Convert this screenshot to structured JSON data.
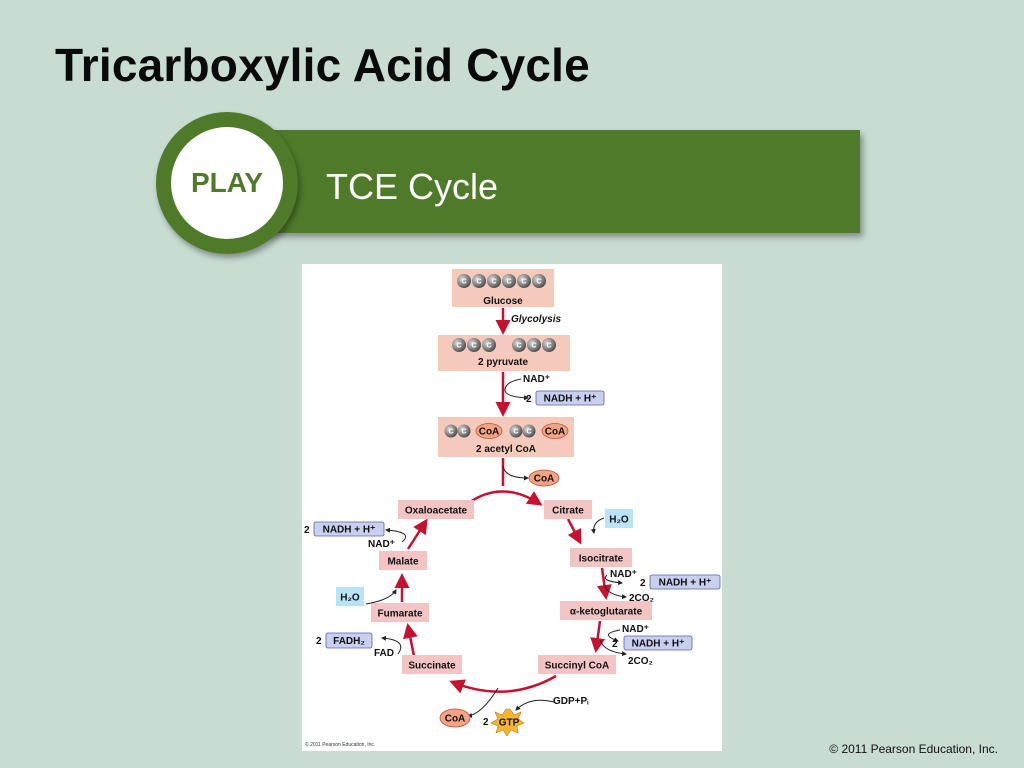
{
  "slide": {
    "title": "Tricarboxylic Acid Cycle",
    "play_label": "PLAY",
    "banner_text": "TCE Cycle",
    "copyright": "© 2011 Pearson Education, Inc."
  },
  "diagram": {
    "carbon_symbol": "C",
    "glucose": "Glucose",
    "glycolysis": "Glycolysis",
    "pyruvate": "2 pyruvate",
    "acetyl_coa": "2 acetyl CoA",
    "coa": "CoA",
    "nad": "NAD⁺",
    "nadh": "NADH + H⁺",
    "two": "2",
    "h2o": "H₂O",
    "co2": "2CO₂",
    "fad": "FAD",
    "fadh2": "FADH₂",
    "gdp": "GDP+Pᵢ",
    "gtp": "GTP",
    "oxaloacetate": "Oxaloacetate",
    "citrate": "Citrate",
    "isocitrate": "Isocitrate",
    "ketoglutarate": "α-ketoglutarate",
    "succinyl_coa": "Succinyl CoA",
    "succinate": "Succinate",
    "fumarate": "Fumarate",
    "malate": "Malate",
    "figure_credit": "© 2011 Pearson Education, Inc."
  },
  "colors": {
    "background": "#c8dcd2",
    "banner_green": "#4f7a2a",
    "salmon": "#f5c9bc",
    "pink": "#f2c4c4",
    "blue_box": "#c8cfef",
    "cyan_box": "#b9e4f5",
    "arrow_red": "#c4122f",
    "gtp_star": "#f6b434"
  }
}
